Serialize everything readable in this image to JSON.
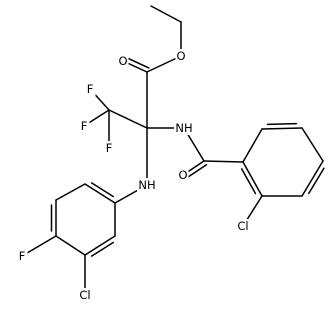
{
  "molecule": {
    "atoms": [
      {
        "id": "o_ester",
        "label": "O"
      },
      {
        "id": "o_carbonyl",
        "label": "O"
      },
      {
        "id": "f1",
        "label": "F"
      },
      {
        "id": "f2",
        "label": "F"
      },
      {
        "id": "f3",
        "label": "F"
      },
      {
        "id": "nh_amide",
        "label": "NH"
      },
      {
        "id": "nh_aryl",
        "label": "NH"
      },
      {
        "id": "o_amide",
        "label": "O"
      },
      {
        "id": "cl_benzoyl",
        "label": "Cl"
      },
      {
        "id": "f_aryl",
        "label": "F"
      },
      {
        "id": "cl_aryl",
        "label": "Cl"
      }
    ]
  }
}
